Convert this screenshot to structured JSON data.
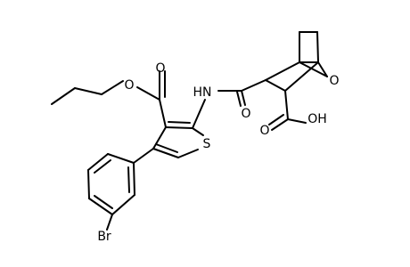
{
  "atoms": {
    "ester_o_single": "O",
    "ester_o_double": "O",
    "amide_n": "HN",
    "amide_o": "O",
    "ring_s": "S",
    "bridge_o": "O",
    "acid_o_double": "O",
    "acid_oh": "OH",
    "bromine": "Br"
  }
}
